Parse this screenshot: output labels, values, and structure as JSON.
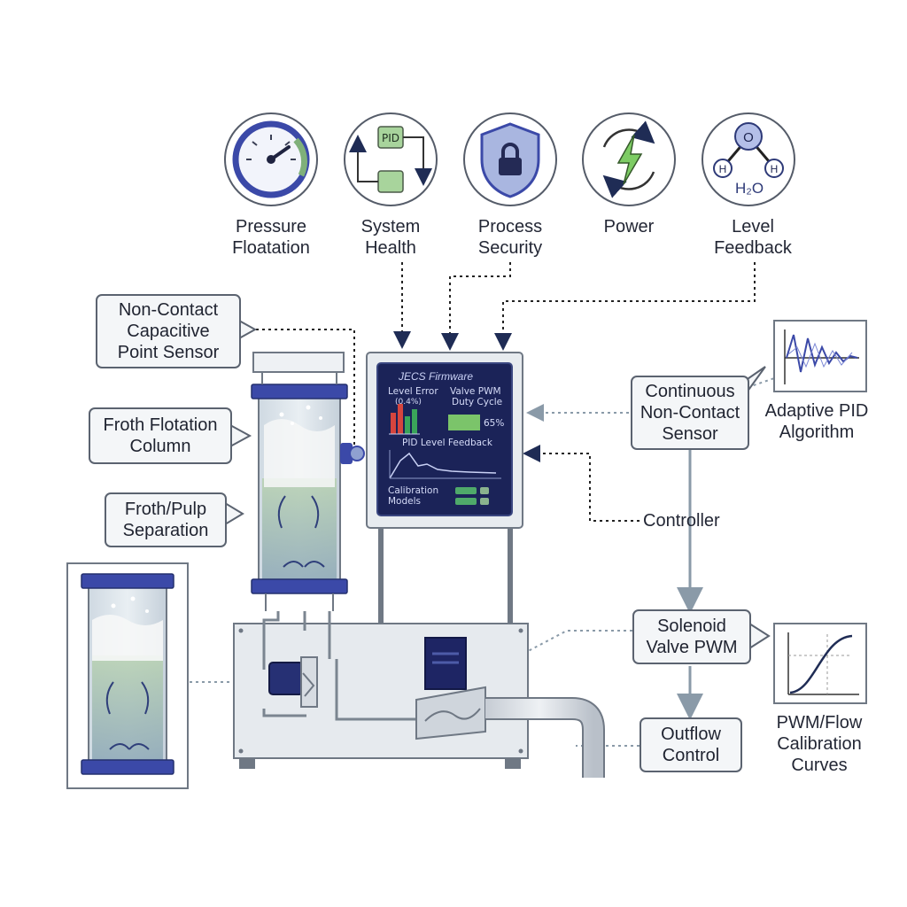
{
  "top_icons": [
    {
      "id": "pressure",
      "icon": "gauge-icon",
      "lines": [
        "Pressure",
        "Floatation"
      ]
    },
    {
      "id": "health",
      "icon": "pid-loop-icon",
      "lines": [
        "System",
        "Health"
      ],
      "icon_text": "PID"
    },
    {
      "id": "security",
      "icon": "shield-lock-icon",
      "lines": [
        "Process",
        "Security"
      ]
    },
    {
      "id": "power",
      "icon": "lightning-cycle-icon",
      "lines": [
        "Power"
      ]
    },
    {
      "id": "level",
      "icon": "water-molecule-icon",
      "lines": [
        "Level",
        "Feedback"
      ],
      "icon_text": {
        "o": "O",
        "h1": "H",
        "h2": "H",
        "formula": "H₂O"
      }
    }
  ],
  "callouts": {
    "capacitive": [
      "Non-Contact",
      "Capacitive",
      "Point Sensor"
    ],
    "froth_column": [
      "Froth Flotation",
      "Column"
    ],
    "separation": [
      "Froth/Pulp",
      "Separation"
    ],
    "continuous": [
      "Continuous",
      "Non-Contact",
      "Sensor"
    ],
    "solenoid": [
      "Solenoid",
      "Valve PWM"
    ],
    "outflow": [
      "Outflow",
      "Control"
    ]
  },
  "labels": {
    "adaptive_pid": [
      "Adaptive PID",
      "Algorithm"
    ],
    "controller": "Controller",
    "calibration_curves": [
      "PWM/Flow",
      "Calibration",
      "Curves"
    ]
  },
  "screen": {
    "title": "JECS Firmware",
    "level_error": "Level Error",
    "level_error_value": "(0.4%)",
    "valve_pwm": "Valve PWM",
    "duty_cycle": "Duty Cycle",
    "duty_value": "65%",
    "pid_feedback": "PID Level Feedback",
    "calibration": "Calibration",
    "models": "Models"
  },
  "colors": {
    "accent_blue": "#3b49a8",
    "line_gray": "#6f7884",
    "screen_bg": "#1b2358",
    "fluid_green": "#a9c6a4"
  }
}
